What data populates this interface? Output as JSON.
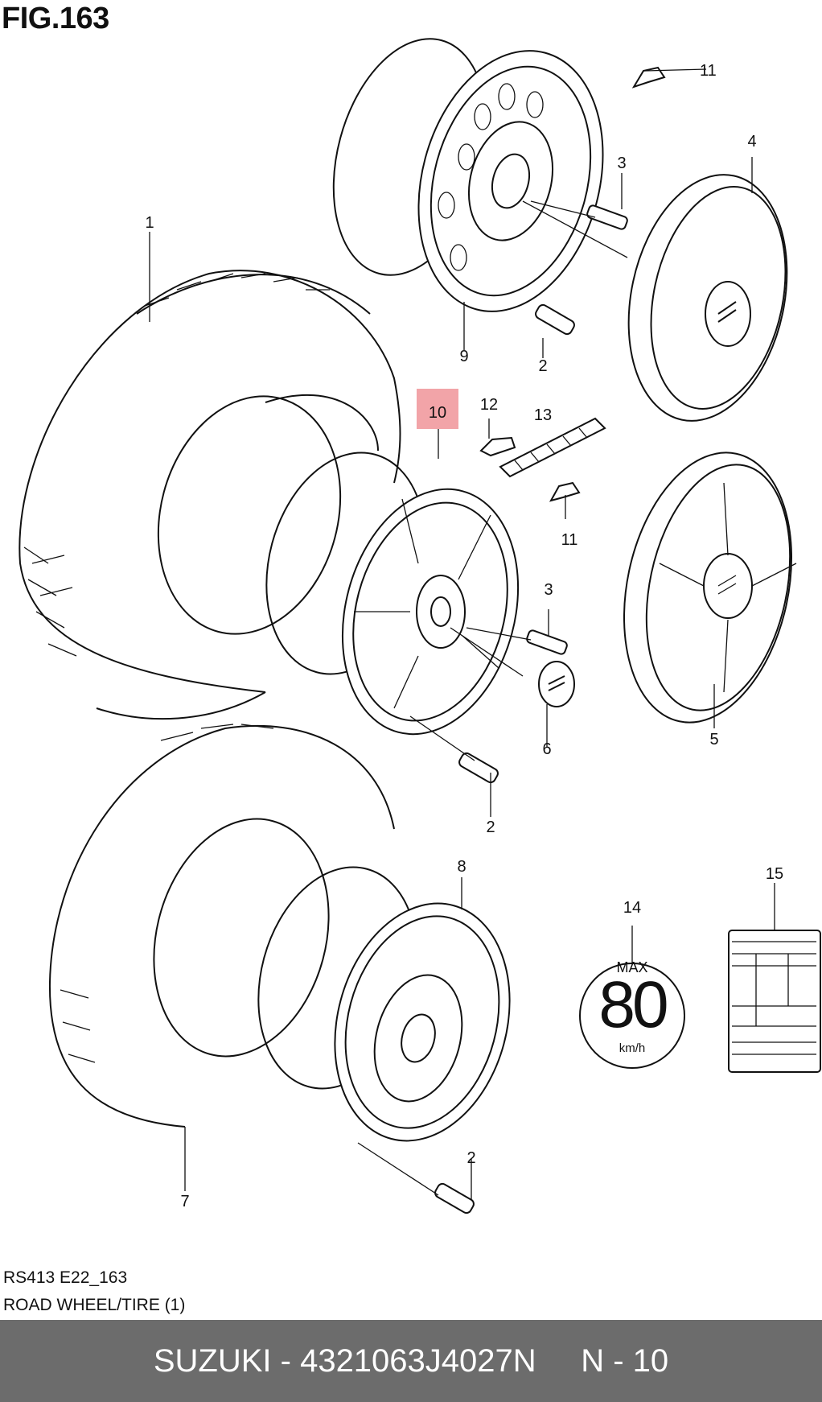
{
  "header": {
    "figure": "FIG.163"
  },
  "callouts": {
    "c1": "1",
    "c2a": "2",
    "c2b": "2",
    "c2c": "2",
    "c3a": "3",
    "c3b": "3",
    "c4": "4",
    "c5": "5",
    "c6": "6",
    "c7": "7",
    "c8": "8",
    "c9": "9",
    "c10": "10",
    "c11a": "11",
    "c11b": "11",
    "c12": "12",
    "c13": "13",
    "c14": "14",
    "c15": "15"
  },
  "speed_sticker": {
    "top": "MAX",
    "value": "80",
    "unit": "km/h"
  },
  "caption": {
    "code": "RS413 E22_163",
    "description": "ROAD WHEEL/TIRE (1)"
  },
  "footer": {
    "text": "SUZUKI - 4321063J4027N     N - 10"
  },
  "colors": {
    "highlight": "#f2a4a8",
    "footer_bg": "#6c6c6c"
  }
}
